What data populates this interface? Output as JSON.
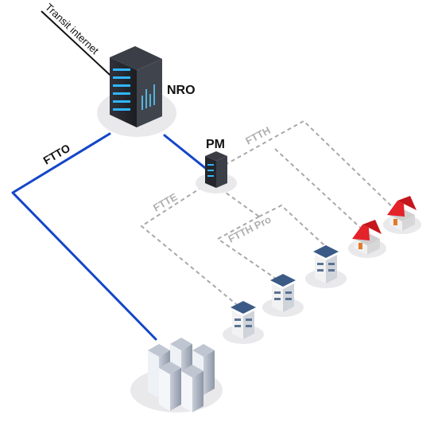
{
  "labels": {
    "transit": "Transit internet",
    "nro": "NRO",
    "pm": "PM",
    "ftto": "FTTO",
    "ftth": "FTTH",
    "ftte": "FTTE",
    "ftth_pro": "FTTH Pro"
  },
  "colors": {
    "fiber_blue": "#1446c8",
    "dashed_grey": "#a9a9a9",
    "server_dark": "#26282d",
    "server_led": "#2fb6ff",
    "roof_red": "#e3222a",
    "roof_blue": "#3b5b86"
  },
  "icons": {
    "nro": "server-rack-icon",
    "pm": "cabinet-icon",
    "enterprise": "skyscraper-cluster-icon",
    "business": "office-building-icon",
    "home": "house-icon"
  }
}
